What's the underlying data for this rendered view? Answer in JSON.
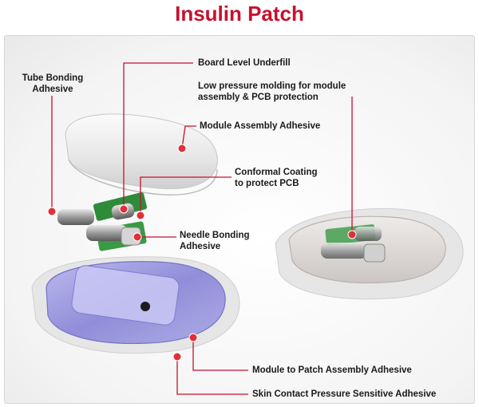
{
  "title": "Insulin Patch",
  "colors": {
    "title": "#c8102e",
    "callout": "#c8102e",
    "callout_dot": "#e0303a",
    "text": "#1a1a1a",
    "base_plate": "#8a87d8",
    "housing": "#ececec",
    "pcb": "#2e8b3a"
  },
  "labels": {
    "tube_bonding": [
      "Tube Bonding",
      "Adhesive"
    ],
    "board_underfill": "Board Level Underfill",
    "low_pressure": [
      "Low pressure molding for module",
      "assembly & PCB protection"
    ],
    "module_assembly": "Module Assembly Adhesive",
    "conformal": [
      "Conformal Coating",
      "to protect PCB"
    ],
    "needle_bonding": [
      "Needle Bonding",
      "Adhesive"
    ],
    "module_to_patch": "Module to Patch Assembly Adhesive",
    "skin_contact": "Skin Contact Pressure Sensitive Adhesive"
  }
}
